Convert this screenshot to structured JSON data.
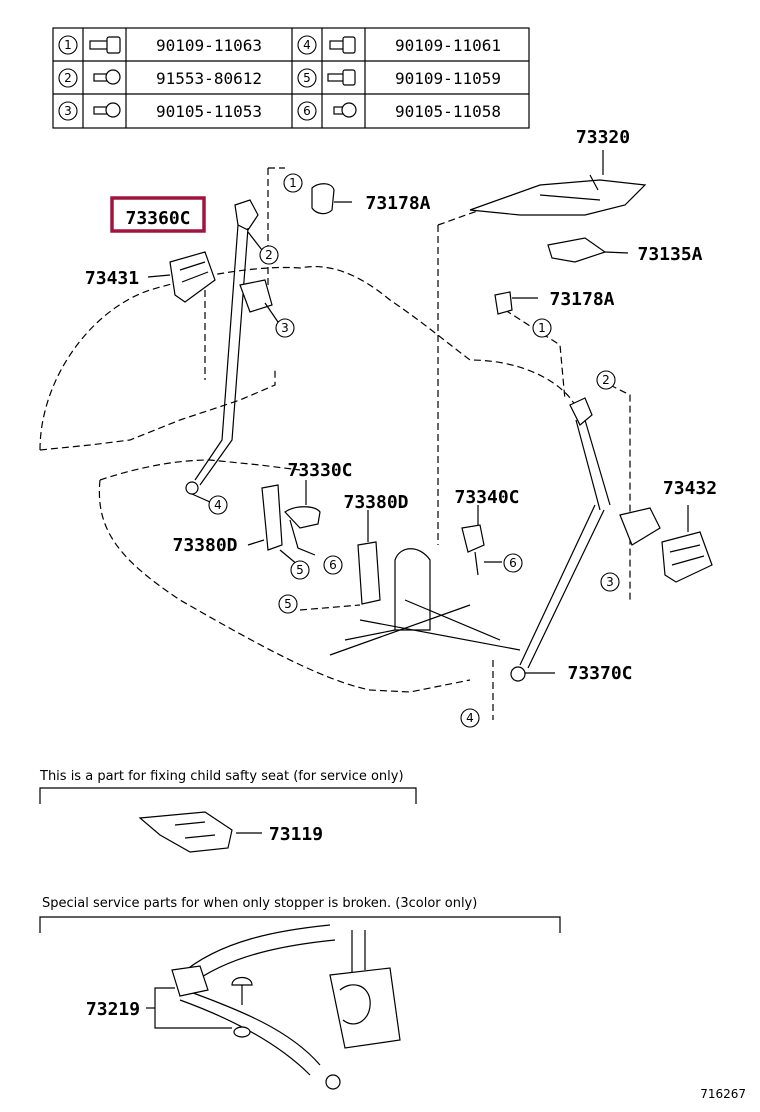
{
  "fastener_table": [
    {
      "ref": "1",
      "part": "90109-11063",
      "ref2": "4",
      "part2": "90109-11061"
    },
    {
      "ref": "2",
      "part": "91553-80612",
      "ref2": "5",
      "part2": "90109-11059"
    },
    {
      "ref": "3",
      "part": "90105-11053",
      "ref2": "6",
      "part2": "90105-11058"
    }
  ],
  "labels": {
    "p73320": "73320",
    "p73360c": "73360C",
    "p73178a_top": "73178A",
    "p73135a": "73135A",
    "p73431": "73431",
    "p73178a_right": "73178A",
    "p73330c": "73330C",
    "p73380d_mid": "73380D",
    "p73380d_left": "73380D",
    "p73340c": "73340C",
    "p73432": "73432",
    "p73370c": "73370C",
    "p73119": "73119",
    "p73219": "73219"
  },
  "callouts": {
    "c1a": "1",
    "c2a": "2",
    "c3a": "3",
    "c4a": "4",
    "c5a": "5",
    "c6a": "6",
    "c5b": "5",
    "c1b": "1",
    "c2b": "2",
    "c6b": "6",
    "c3b": "3",
    "c4b": "4"
  },
  "notes": {
    "child_seat": "This is a part for fixing child safty seat (for service only)",
    "stopper": "Special service parts for when only stopper is broken. (3color only)"
  },
  "diagram_id": "716267",
  "colors": {
    "highlight": "#a0153e",
    "ink": "#000000"
  }
}
